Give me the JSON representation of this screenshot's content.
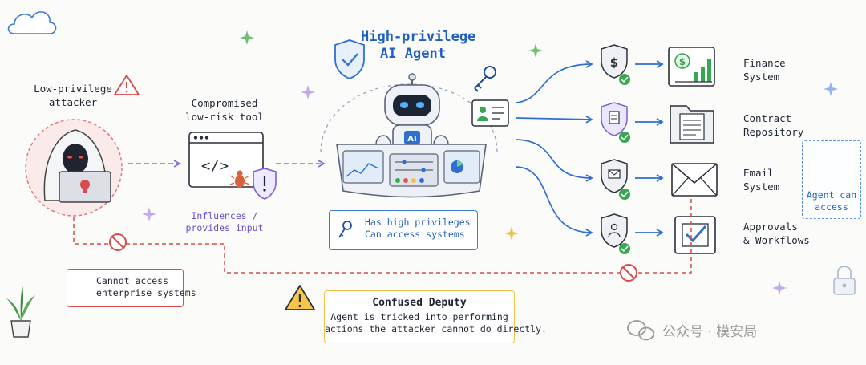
{
  "attacker": {
    "label_line1": "Low-privilege",
    "label_line2": "attacker"
  },
  "tool": {
    "label_line1": "Compromised",
    "label_line2": "low-risk tool",
    "code_glyph": "</>"
  },
  "influence": {
    "line1": "Influences /",
    "line2": "provides input"
  },
  "agent": {
    "title_line1": "High-privilege",
    "title_line2": "AI Agent",
    "chip_label": "AI"
  },
  "agent_box": {
    "line1": "Has high privileges",
    "line2": "Can access systems"
  },
  "cannot_access": {
    "line1": "Cannot access",
    "line2": "enterprise systems"
  },
  "confused_deputy": {
    "title": "Confused Deputy",
    "line1": "Agent is tricked into performing",
    "line2": "actions the attacker cannot do directly."
  },
  "systems": [
    {
      "name_line1": "Finance",
      "name_line2": "System",
      "icon": "finance-chart-icon",
      "shield_icon": "dollar-shield-icon"
    },
    {
      "name_line1": "Contract",
      "name_line2": "Repository",
      "icon": "folder-icon",
      "shield_icon": "document-shield-icon"
    },
    {
      "name_line1": "Email",
      "name_line2": "System",
      "icon": "envelope-icon",
      "shield_icon": "mail-shield-icon"
    },
    {
      "name_line1": "Approvals",
      "name_line2": "& Workflows",
      "icon": "checkbox-icon",
      "shield_icon": "user-shield-icon"
    }
  ],
  "legend": {
    "line1": "Agent can",
    "line2": "access"
  },
  "watermark": "公众号 · 模安局",
  "colors": {
    "blue": "#3d7bd9",
    "red": "#d94a4a",
    "purple": "#8a6fd8",
    "green": "#37a852",
    "yellow": "#f0c24a"
  }
}
